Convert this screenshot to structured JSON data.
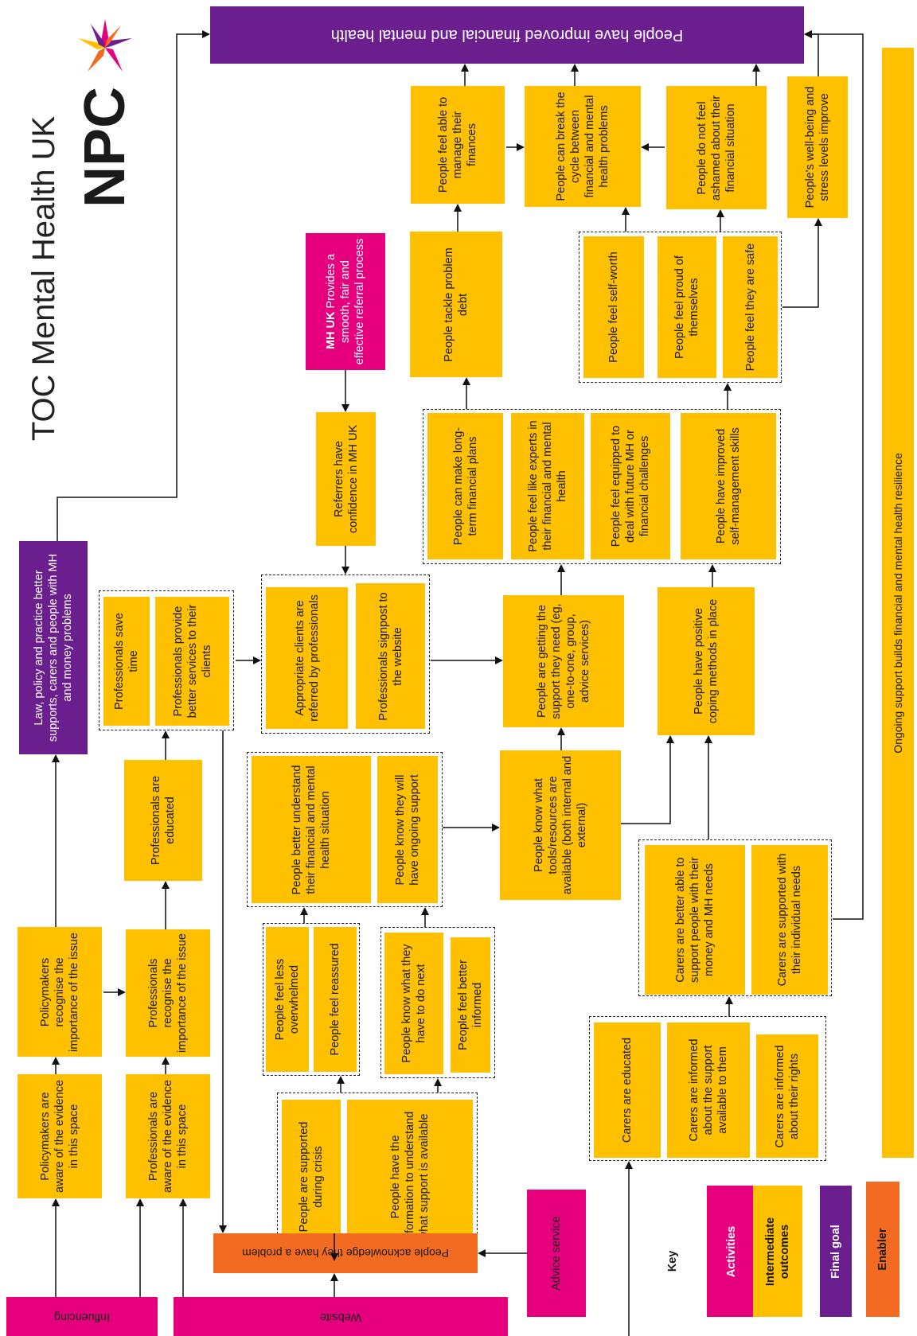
{
  "title": "TOC Mental Health UK",
  "logo": {
    "text": "NPC",
    "star_colors": [
      "#E6007E",
      "#6B1F8E",
      "#F26B21",
      "#FFC000"
    ]
  },
  "final_goal": "People have improved financial and mental health",
  "resilience_bar": "Ongoing support builds financial and mental health resilience",
  "activities": {
    "influencing": "Influencing",
    "website": "Website",
    "advice_service": "Advice service",
    "mhuk_bold": "MH UK",
    "mhuk_rest": "Provides a smooth, fair and effective referral process"
  },
  "enabler": "People acknowledge they have a problem",
  "law_policy": "Law, policy and practice better supports, carers and people with MH and money problems",
  "nodes": {
    "policymakers_aware": "Policymakers are aware of the evidence in this space",
    "policymakers_recognise": "Policymakers recognise the importance of the issue",
    "professionals_aware": "Professionals are aware of the evidence in this space",
    "professionals_recognise": "Professionals recognise the importance of the issue",
    "professionals_educated": "Professionals are educated",
    "professionals_save_time": "Professionals save time",
    "professionals_better_services": "Professionals provide better services to their clients",
    "appropriate_clients": "Appropriate clients are referred by professionals",
    "professionals_signpost": "Professionals signpost to the website",
    "referrers_confidence": "Referrers have confidence in MH UK",
    "supported_crisis": "People are supported during crisis",
    "have_information": "People have the information to understand what support is available",
    "less_overwhelmed": "People feel less overwhelmed",
    "feel_reassured": "People feel reassured",
    "know_next": "People  know what they have to do next",
    "better_informed": "People feel better informed",
    "better_understand": "People better understand their financial and mental health situation",
    "ongoing_support": "People know they will have ongoing support",
    "know_tools": "People know what tools/resources are available (both internal and external)",
    "getting_support": "People are getting the support they need (eg, one-to-one, group, advice services)",
    "positive_coping": "People have positive coping methods in place",
    "long_term_plans": "People can make long-term financial plans",
    "feel_experts": "People feel like experts in their financial and mental health",
    "feel_equipped": "People feel equipped to deal with future MH or financial challenges",
    "self_management": "People have improved self-management skills",
    "tackle_debt": "People tackle problem debt",
    "manage_finances": "People feel able to manage their finances",
    "break_cycle": "People  can break the cycle between financial and mental health problems",
    "not_ashamed": "People do not feel ashamed about their financial situation",
    "wellbeing": "People's well-being and stress levels improve",
    "self_worth": "People feel self-worth",
    "proud": "People feel proud of themselves",
    "safe": "People feel they are safe",
    "carers_educated": "Carers are educated",
    "carers_informed_support": "Carers are informed about the support available to them",
    "carers_informed_rights": "Carers are informed about their rights",
    "carers_better_able": "Carers are better able to support people with their money and MH needs",
    "carers_supported": "Carers are supported with their individual needs"
  },
  "key": {
    "title": "Key",
    "activities": "Activities",
    "intermediate": "Intermediate outcomes",
    "final_goal": "Final goal",
    "enabler": "Enabler"
  },
  "colors": {
    "yellow": "#FFC000",
    "purple": "#6B1F8E",
    "magenta": "#E6007E",
    "orange": "#F26B21"
  }
}
